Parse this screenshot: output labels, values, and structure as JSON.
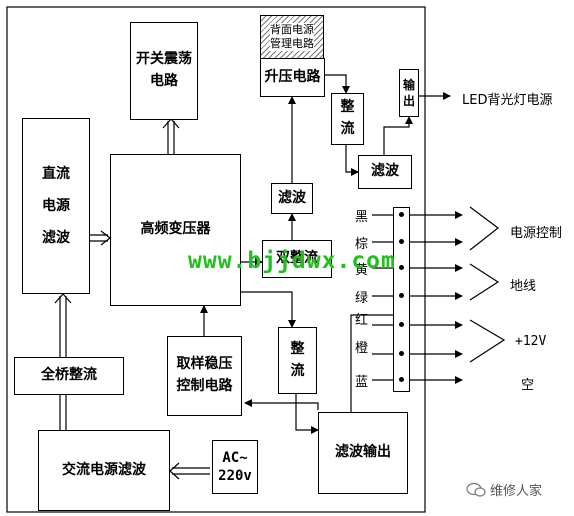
{
  "blocks": {
    "switch_osc": "开关震荡\n电路",
    "backlight_mgmt": "背面电源\n管理电路",
    "boost": "升压电路",
    "output": "输\n出",
    "rectify_top": "整\n流",
    "filter_top": "滤波",
    "dc_filter": "直流\n\n电源\n\n滤波",
    "hf_transformer": "高频变压器",
    "filter_mid": "滤波",
    "rectify_mid": "双整流",
    "rectify_low": "整\n流",
    "sampling": "取样稳压\n控制电路",
    "bridge": "全桥整流",
    "ac_filter": "交流电源滤波",
    "ac_input": "AC~\n220v",
    "filter_out": "滤波输出"
  },
  "labels": {
    "led_power": "LED背光灯电源",
    "power_control": "电源控制",
    "ground": "地线",
    "plus12v": "+12V",
    "empty": "空"
  },
  "wires": [
    "黑",
    "棕",
    "黄",
    "绿",
    "红",
    "橙",
    "蓝"
  ],
  "watermark": "www.bjjdwx.com",
  "brand": "维修人家"
}
